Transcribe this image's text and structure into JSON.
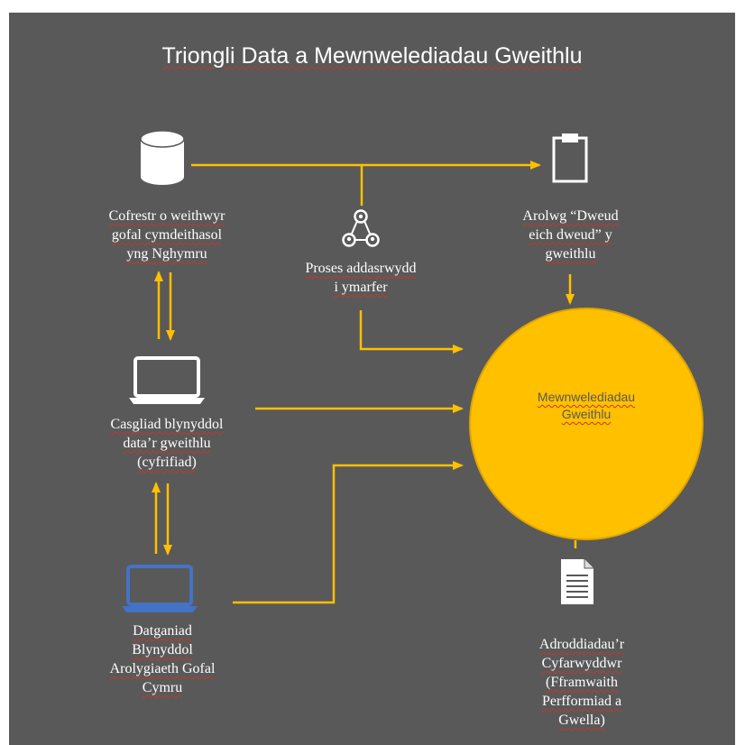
{
  "title": "Triongli Data a Mewnwelediadau Gweithlu",
  "colors": {
    "background": "#595959",
    "accent": "#ffc000",
    "text": "#ffffff",
    "blue_icon": "#4472c4"
  },
  "nodes": {
    "register": {
      "label": "Cofrestr o weithwyr\ngofal cymdeithasol\nyng Nghymru",
      "icon": "database-icon"
    },
    "survey": {
      "label": "Arolwg “Dweud\neich dweud” y\ngweithlu",
      "icon": "clipboard-icon"
    },
    "fitness": {
      "label": "Proses addasrwydd\ni ymarfer",
      "icon": "people-network-icon"
    },
    "collection": {
      "label": "Casgliad blynyddol\ndata’r gweithlu\n(cyfrifiad)",
      "icon": "laptop-icon"
    },
    "inspectorate": {
      "label": "Datganiad\nBlynyddol\nArolygiaeth Gofal\nCymru",
      "icon": "laptop-blue-icon"
    },
    "insights": {
      "label": "Mewnwelediadau\nGweithlu"
    },
    "reports": {
      "label": "Adroddiadau’r\nCyfarwyddwr\n(Fframwaith\nPerfformiad a\nGwella)",
      "icon": "document-icon"
    }
  }
}
